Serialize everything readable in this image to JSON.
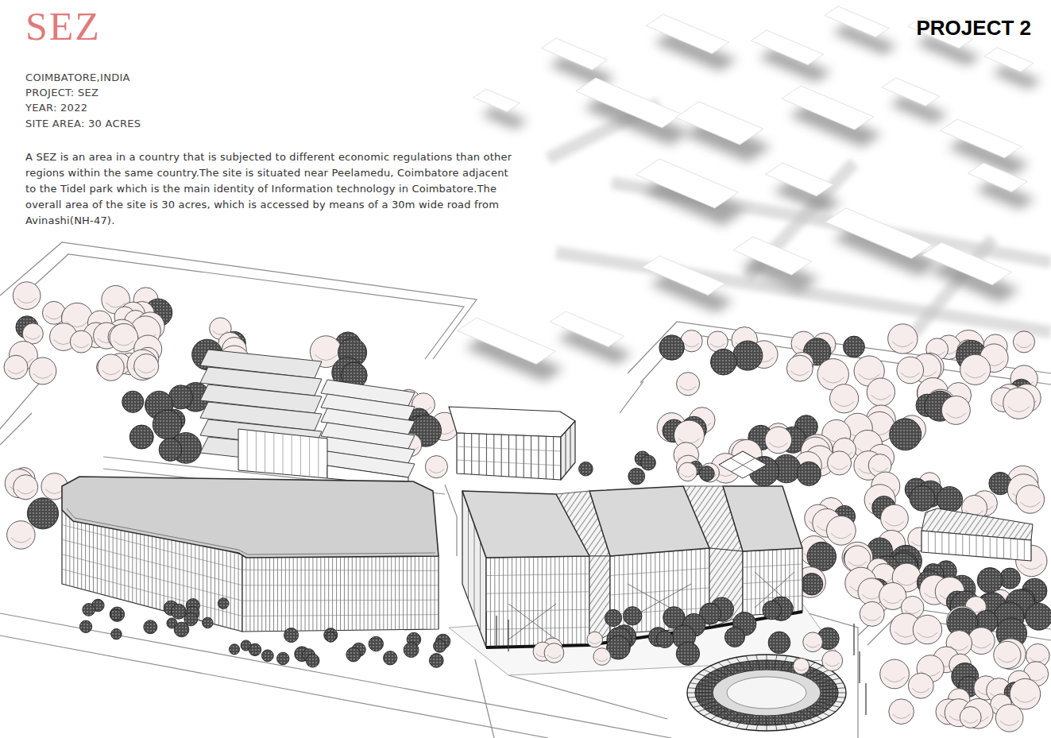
{
  "diagram": {
    "title": "SEZ",
    "labels": [
      "COIMBATORE,INDIA",
      "PROJECT: SEZ",
      "YEAR: 2022",
      "SITE AREA: 30 ACRES",
      "A SEZ is an area in a country that is subjected to different economic regulations than other regions within the same country.The site is situated near Peelamedu, Coimbatore adjacent to the Tidel park which is the main identity of Information technology in Coimbatore.The overall area of the site is 30 acres, which is accessed by means of a 30m wide road from Avinashi(NH-47).",
      "PROJECT 2"
    ]
  }
}
